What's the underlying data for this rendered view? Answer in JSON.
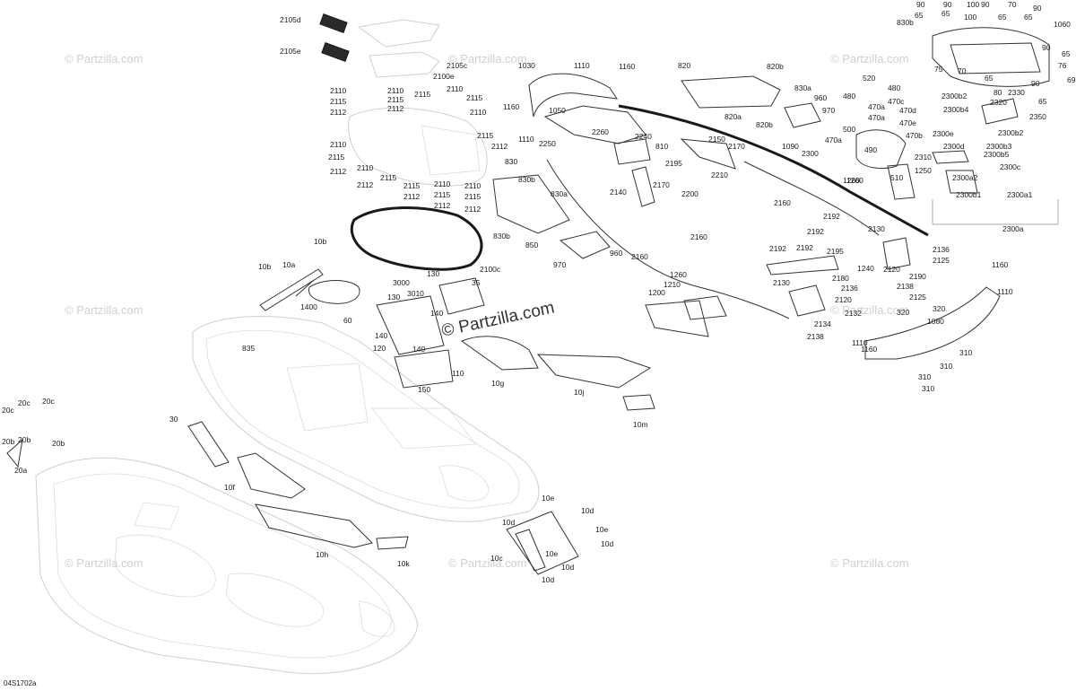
{
  "diagram": {
    "code": "04S1702a",
    "watermark": "© Partzilla.com",
    "watermark_repeat": "© Partzilla.com",
    "callouts": [
      {
        "id": "c-2105d",
        "text": "2105d"
      },
      {
        "id": "c-2105e",
        "text": "2105e"
      },
      {
        "id": "c-2105c",
        "text": "2105c"
      },
      {
        "id": "c-2100e",
        "text": "2100e"
      },
      {
        "id": "c-2110",
        "text": "2110"
      },
      {
        "id": "c-2115",
        "text": "2115"
      },
      {
        "id": "c-2112",
        "text": "2112"
      },
      {
        "id": "c-2100c",
        "text": "2100c"
      },
      {
        "id": "c-10b",
        "text": "10b"
      },
      {
        "id": "c-10a",
        "text": "10a"
      },
      {
        "id": "c-1400",
        "text": "1400"
      },
      {
        "id": "c-60",
        "text": "60"
      },
      {
        "id": "c-835",
        "text": "835"
      },
      {
        "id": "c-3000",
        "text": "3000"
      },
      {
        "id": "c-130",
        "text": "130"
      },
      {
        "id": "c-35",
        "text": "35"
      },
      {
        "id": "c-3010",
        "text": "3010"
      },
      {
        "id": "c-140",
        "text": "140"
      },
      {
        "id": "c-120",
        "text": "120"
      },
      {
        "id": "c-110",
        "text": "110"
      },
      {
        "id": "c-150",
        "text": "150"
      },
      {
        "id": "c-10g",
        "text": "10g"
      },
      {
        "id": "c-10j",
        "text": "10j"
      },
      {
        "id": "c-10m",
        "text": "10m"
      },
      {
        "id": "c-30",
        "text": "30"
      },
      {
        "id": "c-10f",
        "text": "10f"
      },
      {
        "id": "c-10h",
        "text": "10h"
      },
      {
        "id": "c-10k",
        "text": "10k"
      },
      {
        "id": "c-10c",
        "text": "10c"
      },
      {
        "id": "c-10d",
        "text": "10d"
      },
      {
        "id": "c-10e",
        "text": "10e"
      },
      {
        "id": "c-20c",
        "text": "20c"
      },
      {
        "id": "c-20b",
        "text": "20b"
      },
      {
        "id": "c-20a",
        "text": "20a"
      },
      {
        "id": "c-1030",
        "text": "1030"
      },
      {
        "id": "c-1110",
        "text": "1110"
      },
      {
        "id": "c-1160",
        "text": "1160"
      },
      {
        "id": "c-1050",
        "text": "1050"
      },
      {
        "id": "c-2250",
        "text": "2250"
      },
      {
        "id": "c-2260",
        "text": "2260"
      },
      {
        "id": "c-2240",
        "text": "2240"
      },
      {
        "id": "c-810",
        "text": "810"
      },
      {
        "id": "c-830",
        "text": "830"
      },
      {
        "id": "c-830b",
        "text": "830b"
      },
      {
        "id": "c-830a",
        "text": "830a"
      },
      {
        "id": "c-850",
        "text": "850"
      },
      {
        "id": "c-970",
        "text": "970"
      },
      {
        "id": "c-960",
        "text": "960"
      },
      {
        "id": "c-820",
        "text": "820"
      },
      {
        "id": "c-820b",
        "text": "820b"
      },
      {
        "id": "c-820a",
        "text": "820a"
      },
      {
        "id": "c-2150",
        "text": "2150"
      },
      {
        "id": "c-2170",
        "text": "2170"
      },
      {
        "id": "c-2195",
        "text": "2195"
      },
      {
        "id": "c-2210",
        "text": "2210"
      },
      {
        "id": "c-2140",
        "text": "2140"
      },
      {
        "id": "c-2200",
        "text": "2200"
      },
      {
        "id": "c-2160",
        "text": "2160"
      },
      {
        "id": "c-1090",
        "text": "1090"
      },
      {
        "id": "c-1260",
        "text": "1260"
      },
      {
        "id": "c-1210",
        "text": "1210"
      },
      {
        "id": "c-1200",
        "text": "1200"
      },
      {
        "id": "c-2192",
        "text": "2192"
      },
      {
        "id": "c-2180",
        "text": "2180"
      },
      {
        "id": "c-2130",
        "text": "2130"
      },
      {
        "id": "c-2136",
        "text": "2136"
      },
      {
        "id": "c-2134",
        "text": "2134"
      },
      {
        "id": "c-2120",
        "text": "2120"
      },
      {
        "id": "c-2132",
        "text": "2132"
      },
      {
        "id": "c-2138",
        "text": "2138"
      },
      {
        "id": "c-2125",
        "text": "2125"
      },
      {
        "id": "c-2190",
        "text": "2190"
      },
      {
        "id": "c-1240",
        "text": "1240"
      },
      {
        "id": "c-1250",
        "text": "1250"
      },
      {
        "id": "c-510",
        "text": "510"
      },
      {
        "id": "c-520",
        "text": "520"
      },
      {
        "id": "c-480",
        "text": "480"
      },
      {
        "id": "c-470a",
        "text": "470a"
      },
      {
        "id": "c-470b",
        "text": "470b"
      },
      {
        "id": "c-470c",
        "text": "470c"
      },
      {
        "id": "c-470d",
        "text": "470d"
      },
      {
        "id": "c-470e",
        "text": "470e"
      },
      {
        "id": "c-490",
        "text": "490"
      },
      {
        "id": "c-500",
        "text": "500"
      },
      {
        "id": "c-2300",
        "text": "2300"
      },
      {
        "id": "c-2300a",
        "text": "2300a"
      },
      {
        "id": "c-2300a1",
        "text": "2300a1"
      },
      {
        "id": "c-2300a2",
        "text": "2300a2"
      },
      {
        "id": "c-2300b1",
        "text": "2300b1"
      },
      {
        "id": "c-2300b2",
        "text": "2300b2"
      },
      {
        "id": "c-2300b3",
        "text": "2300b3"
      },
      {
        "id": "c-2300b4",
        "text": "2300b4"
      },
      {
        "id": "c-2300b5",
        "text": "2300b5"
      },
      {
        "id": "c-2300c",
        "text": "2300c"
      },
      {
        "id": "c-2300d",
        "text": "2300d"
      },
      {
        "id": "c-2300e",
        "text": "2300e"
      },
      {
        "id": "c-2310",
        "text": "2310"
      },
      {
        "id": "c-2320",
        "text": "2320"
      },
      {
        "id": "c-2330",
        "text": "2330"
      },
      {
        "id": "c-2350",
        "text": "2350"
      },
      {
        "id": "c-80",
        "text": "80"
      },
      {
        "id": "c-90",
        "text": "90"
      },
      {
        "id": "c-65",
        "text": "65"
      },
      {
        "id": "c-100",
        "text": "100"
      },
      {
        "id": "c-70",
        "text": "70"
      },
      {
        "id": "c-75",
        "text": "75"
      },
      {
        "id": "c-76",
        "text": "76"
      },
      {
        "id": "c-69",
        "text": "69"
      },
      {
        "id": "c-1060",
        "text": "1060"
      },
      {
        "id": "c-1080",
        "text": "1080"
      },
      {
        "id": "c-310",
        "text": "310"
      },
      {
        "id": "c-320",
        "text": "320"
      },
      {
        "id": "c-2125b",
        "text": "2125"
      }
    ]
  }
}
